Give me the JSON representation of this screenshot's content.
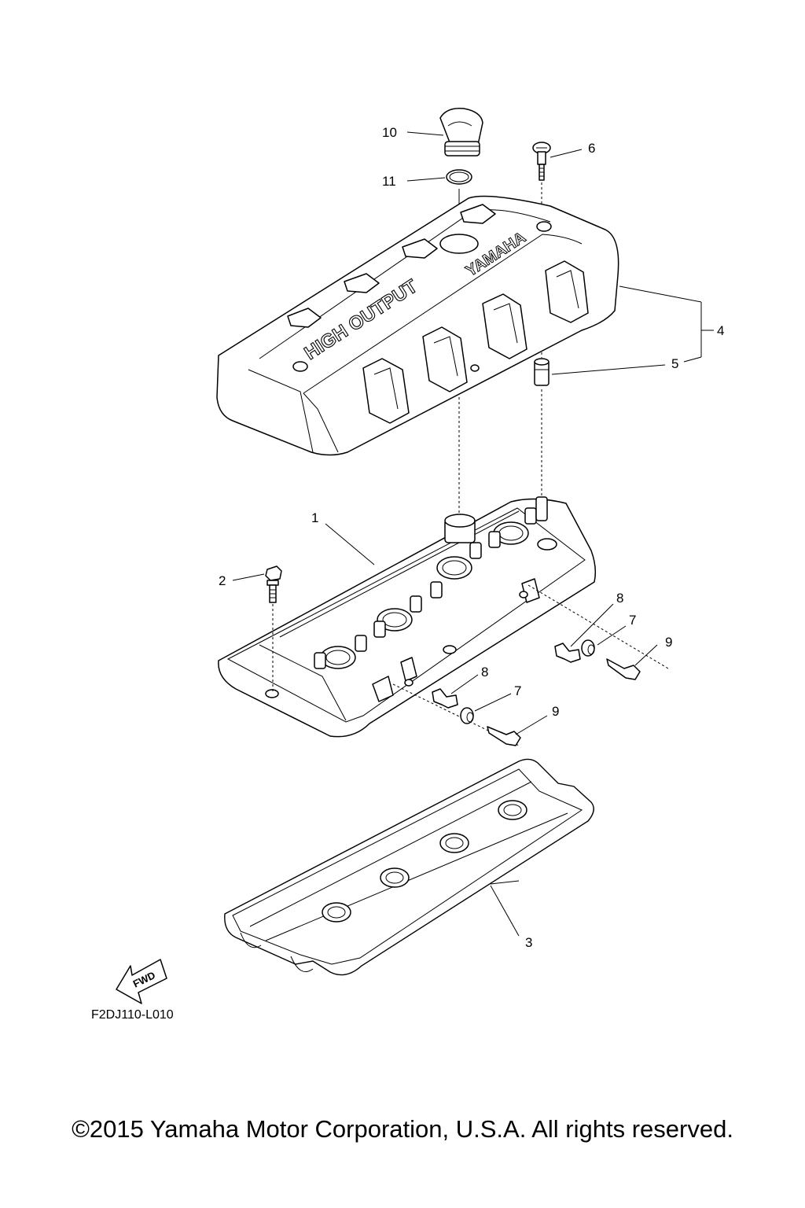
{
  "diagram": {
    "cover_text_1": "HIGH OUTPUT",
    "cover_text_2": "YAMAHA",
    "fwd_label": "FWD",
    "code": "F2DJ110-L010",
    "callouts": [
      "1",
      "2",
      "3",
      "4",
      "5",
      "6",
      "7",
      "8",
      "9",
      "10",
      "11"
    ],
    "callout_7b": "7",
    "callout_8b": "8",
    "callout_9b": "9"
  },
  "footer": {
    "copyright": "©2015 Yamaha Motor Corporation, U.S.A. All rights reserved."
  }
}
